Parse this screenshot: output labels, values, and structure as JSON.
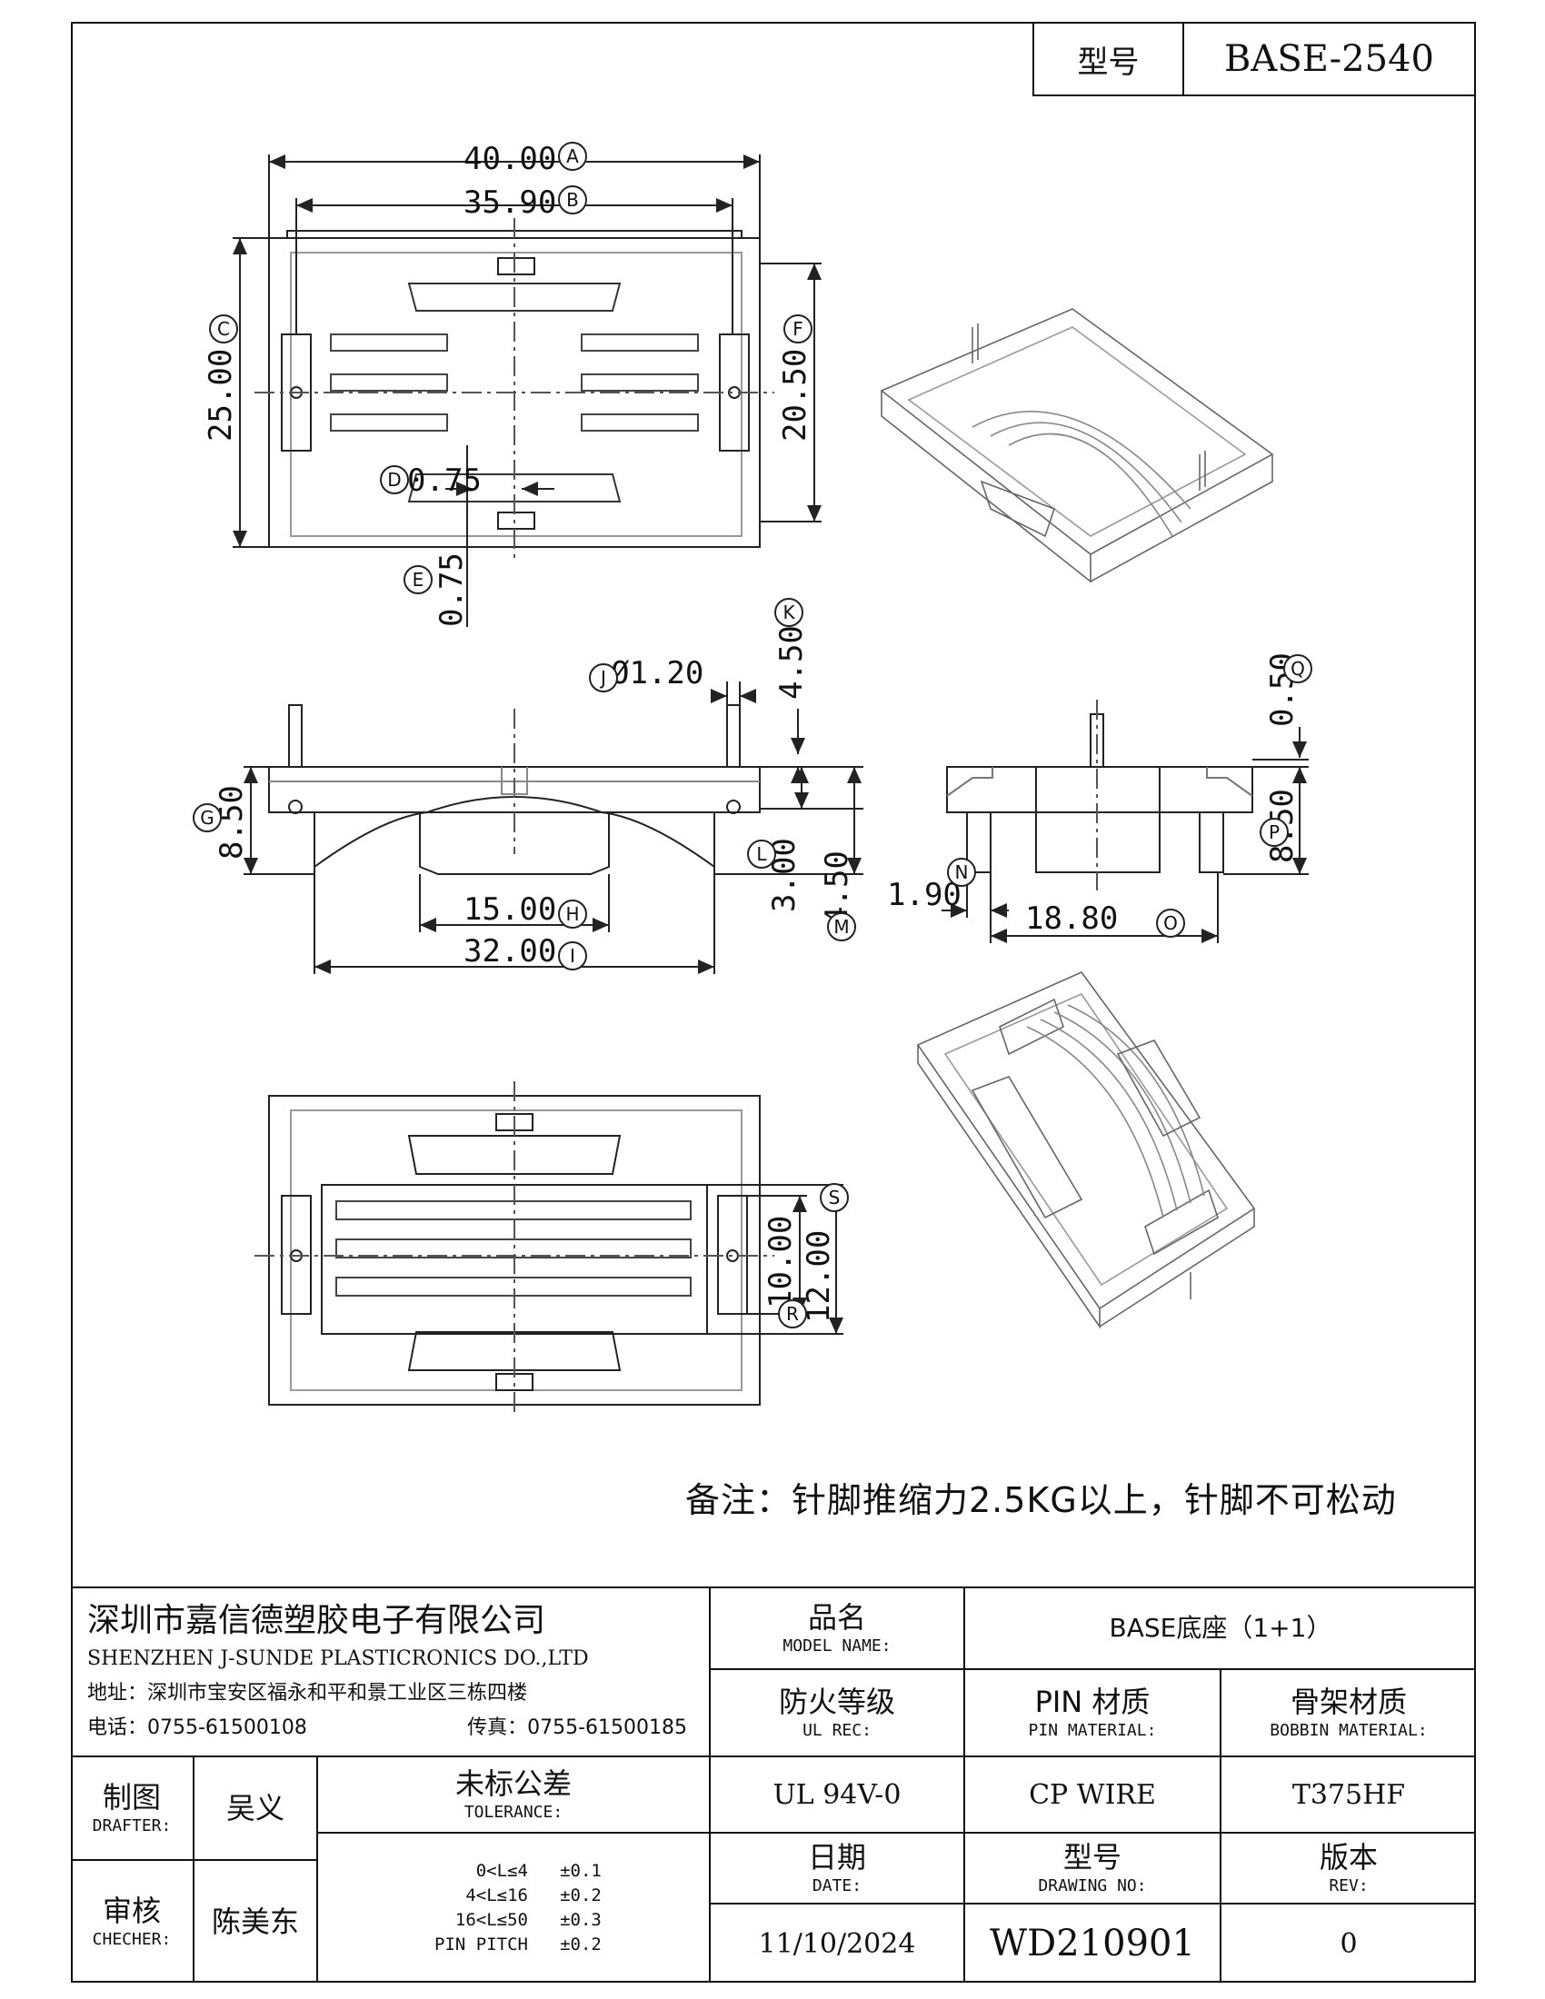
{
  "title_box": {
    "label": "型号",
    "value": "BASE-2540"
  },
  "dimensions": {
    "A": "40.00",
    "B": "35.90",
    "C": "25.00",
    "D": "0.75",
    "E": "0.75",
    "F": "20.50",
    "G": "8.50",
    "H": "15.00",
    "I": "32.00",
    "J": "Ø1.20",
    "K": "4.50",
    "L": "3.00",
    "M": "4.50",
    "N": "1.90",
    "O": "18.80",
    "P": "8.50",
    "Q": "0.50",
    "R": "10.00",
    "S": "12.00"
  },
  "dimension_tags": [
    "A",
    "B",
    "C",
    "D",
    "E",
    "F",
    "G",
    "H",
    "I",
    "J",
    "K",
    "L",
    "M",
    "N",
    "O",
    "P",
    "Q",
    "R",
    "S"
  ],
  "note": "备注：针脚推缩力2.5KG以上，针脚不可松动",
  "company": {
    "name_cn": "深圳市嘉信德塑胶电子有限公司",
    "name_en": "SHENZHEN J-SUNDE PLASTICRONICS DO.,LTD",
    "address": "地址：深圳市宝安区福永和平和景工业区三栋四楼",
    "phone": "电话：0755-61500108",
    "fax": "传真：0755-61500185"
  },
  "model_name": {
    "label_cn": "品名",
    "label_en": "MODEL NAME:",
    "value": "BASE底座（1+1）"
  },
  "ul_rec": {
    "label_cn": "防火等级",
    "label_en": "UL REC:",
    "value": "UL 94V-0"
  },
  "pin_material": {
    "label_cn": "PIN 材质",
    "label_en": "PIN MATERIAL:",
    "value": "CP WIRE"
  },
  "bobbin_material": {
    "label_cn": "骨架材质",
    "label_en": "BOBBIN MATERIAL:",
    "value": "T375HF"
  },
  "drafter": {
    "label_cn": "制图",
    "label_en": "DRAFTER:",
    "value": "吴义"
  },
  "checker": {
    "label_cn": "审核",
    "label_en": "CHECHER:",
    "value": "陈美东"
  },
  "tolerance": {
    "label_cn": "未标公差",
    "label_en": "TOLERANCE:",
    "rows": [
      {
        "range": "0<L≤4",
        "value": "±0.1"
      },
      {
        "range": "4<L≤16",
        "value": "±0.2"
      },
      {
        "range": "16<L≤50",
        "value": "±0.3"
      },
      {
        "range": "PIN PITCH",
        "value": "±0.2"
      }
    ]
  },
  "date": {
    "label_cn": "日期",
    "label_en": "DATE:",
    "value": "11/10/2024"
  },
  "drawing_no": {
    "label_cn": "型号",
    "label_en": "DRAWING NO:",
    "value": "WD210901"
  },
  "rev": {
    "label_cn": "版本",
    "label_en": "REV:",
    "value": "0"
  }
}
